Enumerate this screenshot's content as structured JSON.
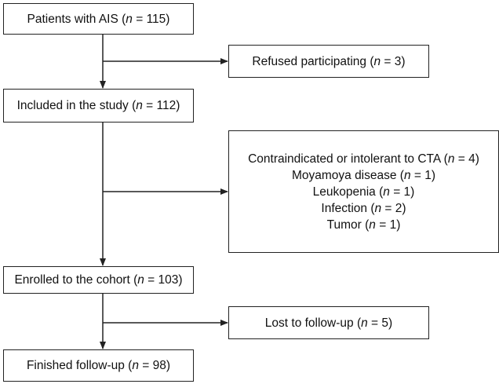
{
  "flowchart": {
    "patients": {
      "prefix": "Patients with AIS (",
      "n": "n",
      "suffix": " = 115)"
    },
    "refused": {
      "prefix": "Refused participating (",
      "n": "n",
      "suffix": " = 3)"
    },
    "included": {
      "prefix": "Included in the study (",
      "n": "n",
      "suffix": " = 112)"
    },
    "excluded": [
      {
        "prefix": "Contraindicated or intolerant to CTA (",
        "n": "n",
        "suffix": " = 4)"
      },
      {
        "prefix": "Moyamoya disease (",
        "n": "n",
        "suffix": " = 1)"
      },
      {
        "prefix": "Leukopenia (",
        "n": "n",
        "suffix": " = 1)"
      },
      {
        "prefix": "Infection (",
        "n": "n",
        "suffix": " = 2)"
      },
      {
        "prefix": "Tumor (",
        "n": "n",
        "suffix": " = 1)"
      }
    ],
    "enrolled": {
      "prefix": "Enrolled to the cohort (",
      "n": "n",
      "suffix": " = 103)"
    },
    "lost": {
      "prefix": "Lost to follow-up (",
      "n": "n",
      "suffix": " = 5)"
    },
    "finished": {
      "prefix": "Finished follow-up (",
      "n": "n",
      "suffix": " = 98)"
    }
  }
}
